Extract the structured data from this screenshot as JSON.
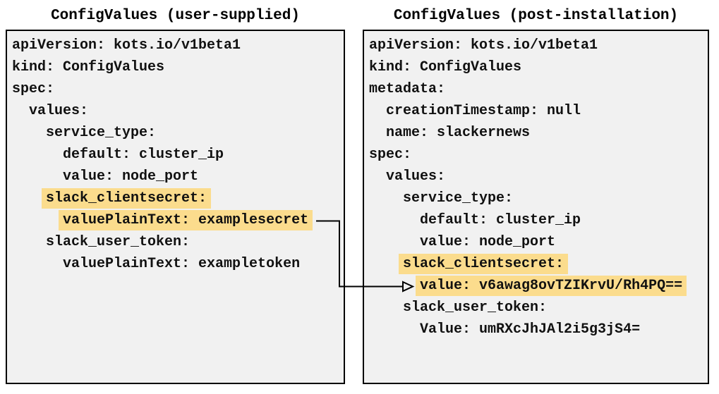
{
  "left_panel": {
    "title": "ConfigValues (user-supplied)",
    "lines": [
      {
        "ind": "",
        "text": "apiVersion: kots.io/v1beta1",
        "hl": false
      },
      {
        "ind": "",
        "text": "kind: ConfigValues",
        "hl": false
      },
      {
        "ind": "",
        "text": "spec:",
        "hl": false
      },
      {
        "ind": "  ",
        "text": "values:",
        "hl": false
      },
      {
        "ind": "    ",
        "text": "service_type:",
        "hl": false
      },
      {
        "ind": "      ",
        "text": "default: cluster_ip",
        "hl": false
      },
      {
        "ind": "      ",
        "text": "value: node_port",
        "hl": false
      },
      {
        "ind": "    ",
        "text": "slack_clientsecret:",
        "hl": true
      },
      {
        "ind": "      ",
        "text": "valuePlainText: examplesecret",
        "hl": true
      },
      {
        "ind": "    ",
        "text": "slack_user_token:",
        "hl": false
      },
      {
        "ind": "      ",
        "text": "valuePlainText: exampletoken",
        "hl": false
      }
    ]
  },
  "right_panel": {
    "title": "ConfigValues (post-installation)",
    "lines": [
      {
        "ind": "",
        "text": "apiVersion: kots.io/v1beta1",
        "hl": false
      },
      {
        "ind": "",
        "text": "kind: ConfigValues",
        "hl": false
      },
      {
        "ind": "",
        "text": "metadata:",
        "hl": false
      },
      {
        "ind": "  ",
        "text": "creationTimestamp: null",
        "hl": false
      },
      {
        "ind": "  ",
        "text": "name: slackernews",
        "hl": false
      },
      {
        "ind": "",
        "text": "spec:",
        "hl": false
      },
      {
        "ind": "  ",
        "text": "values:",
        "hl": false
      },
      {
        "ind": "    ",
        "text": "service_type:",
        "hl": false
      },
      {
        "ind": "      ",
        "text": "default: cluster_ip",
        "hl": false
      },
      {
        "ind": "      ",
        "text": "value: node_port",
        "hl": false
      },
      {
        "ind": "    ",
        "text": "slack_clientsecret:",
        "hl": true
      },
      {
        "ind": "      ",
        "text": "value: v6awag8ovTZIKrvU/Rh4PQ==",
        "hl": true
      },
      {
        "ind": "    ",
        "text": "slack_user_token:",
        "hl": false
      },
      {
        "ind": "      ",
        "text": "Value: umRXcJhJAl2i5g3jS4=",
        "hl": false
      }
    ]
  },
  "colors": {
    "highlight": "#fbdc8d",
    "panel_bg": "#f1f1f1",
    "border": "#000000",
    "arrow": "#000000"
  }
}
